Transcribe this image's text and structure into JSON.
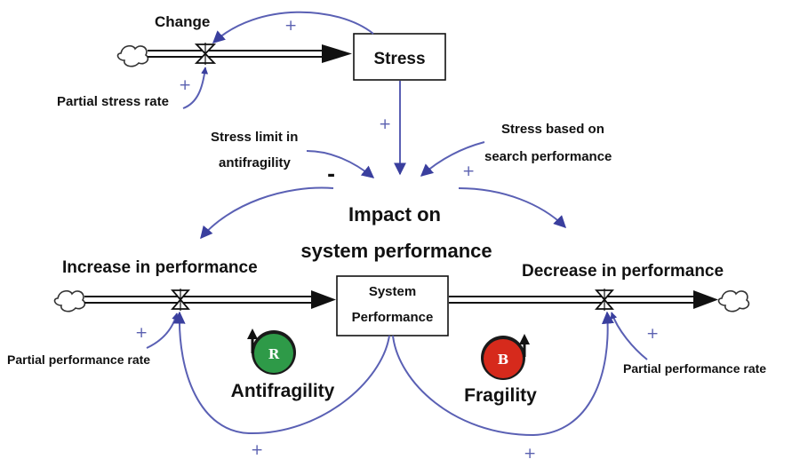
{
  "stocks": {
    "stress": "Stress",
    "system_performance_line1": "System",
    "system_performance_line2": "Performance"
  },
  "flows": {
    "change": "Change",
    "increase": "Increase in performance",
    "decrease": "Decrease in performance"
  },
  "variables": {
    "partial_stress_rate": "Partial stress rate",
    "stress_limit_line1": "Stress limit in",
    "stress_limit_line2": "antifragility",
    "stress_search_line1": "Stress based on",
    "stress_search_line2": "search performance",
    "impact_line1": "Impact on",
    "impact_line2": "system performance",
    "partial_perf_rate_left": "Partial performance rate",
    "partial_perf_rate_right": "Partial performance rate"
  },
  "loops": {
    "reinforcing": {
      "letter": "R",
      "name": "Antifragility",
      "color": "#2e9a48"
    },
    "balancing": {
      "letter": "B",
      "name": "Fragility",
      "color": "#d62a1c"
    }
  },
  "polarity": {
    "plus": "+",
    "minus": "-"
  },
  "colors": {
    "link": "#5a60b4",
    "pipe": "#111111"
  }
}
